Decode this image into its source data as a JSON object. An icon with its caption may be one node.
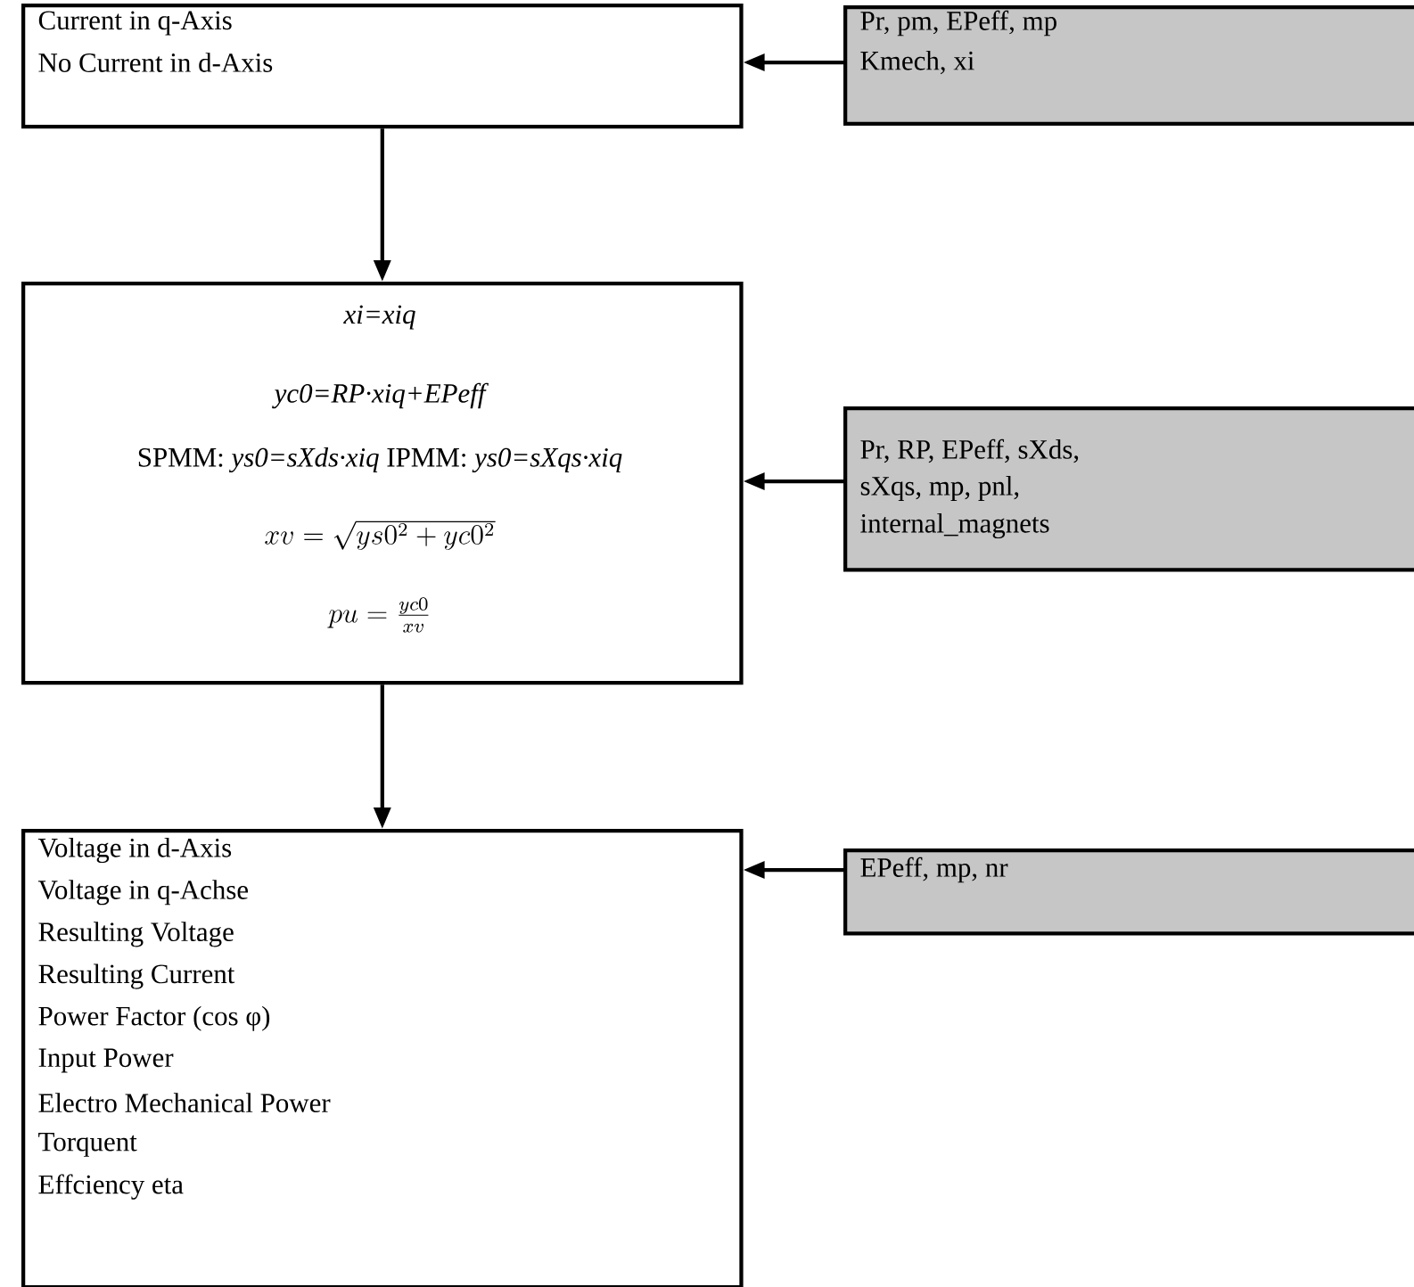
{
  "diagram": {
    "nodes": [
      {
        "text": [
          "Current in q-Axis",
          "No Current in d-Axis"
        ]
      },
      {
        "text": [
          "Pr, pm, EPeff, mp",
          "Kmech, xi"
        ]
      },
      {
        "text": [
          "xi=xiq",
          "yc0=RP·xiq+EPeff",
          "SPMM: *ys0=sXds·xiq*  IPMM: *ys0=sXqs·xiq*",
          "xv=\\sqrt{ys0^{2} + yc0^{2}}",
          "pu=\\frac{yc0}{xv}"
        ]
      },
      {
        "text": [
          "Pr, RP, EPeff, sXds,",
          "sXqs, mp, pnl,",
          "internal_magnets"
        ]
      },
      {
        "text": [
          "Voltage in d-Axis",
          "Voltage in q-Achse",
          "Resulting Voltage",
          "Resulting Current",
          "Power Factor (cos φ)",
          "Input Power",
          "Electro Mechanical Power",
          "Torquent",
          "Effciency eta"
        ]
      },
      {
        "text": [
          "EPeff, mp, nr"
        ]
      }
    ],
    "edges": [
      {
        "from": 1,
        "to": 0,
        "arrow": "to"
      },
      {
        "from": 0,
        "to": 2,
        "arrow": "to"
      },
      {
        "from": 3,
        "to": 2,
        "arrow": "to"
      },
      {
        "from": 2,
        "to": 4,
        "arrow": "to"
      },
      {
        "from": 5,
        "to": 4,
        "arrow": "to"
      }
    ]
  }
}
